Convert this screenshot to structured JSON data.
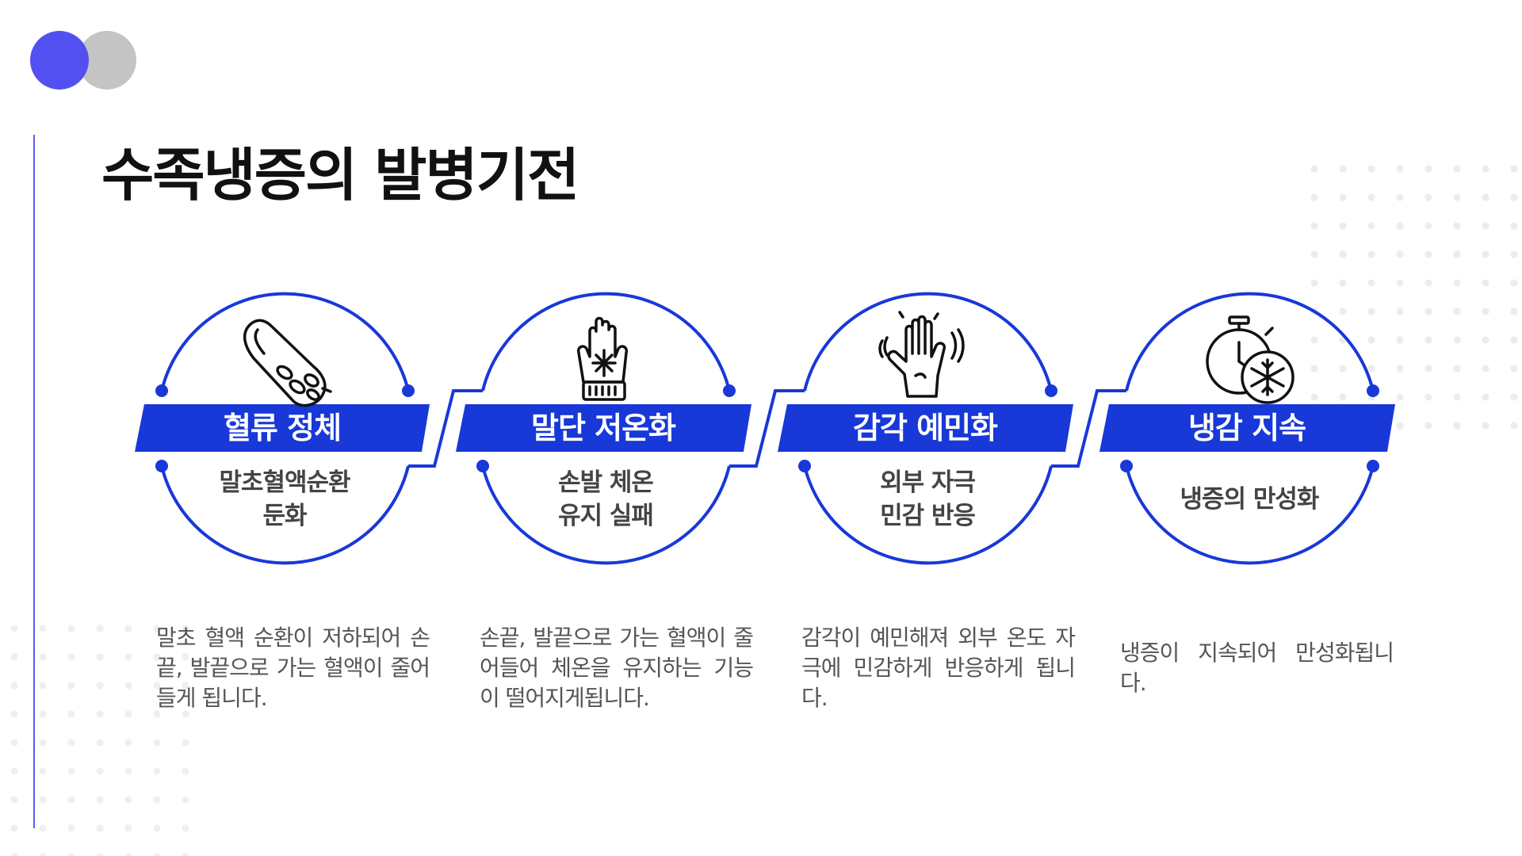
{
  "title": "수족냉증의 발병기전",
  "colors": {
    "accent": "#1838d8",
    "brand_blue": "#5350f2",
    "deco_gray": "#c4c4c4"
  },
  "steps": [
    {
      "icon": "blood-vessel-icon",
      "title": "혈류 정체",
      "subtitle": "말초혈액순환\n둔화",
      "description": "말초 혈액 순환이 저하되어 손끝, 발끝으로 가는 혈액이 줄어들게 됩니다."
    },
    {
      "icon": "snowflake-glove-icon",
      "title": "말단 저온화",
      "subtitle": "손발 체온\n유지 실패",
      "description": "손끝, 발끝으로 가는 혈액이 줄어들어 체온을 유지하는 기능이 떨어지게됩니다."
    },
    {
      "icon": "shaking-hand-icon",
      "title": "감각 예민화",
      "subtitle": "외부 자극\n민감 반응",
      "description": "감각이 예민해져 외부 온도 자극에 민감하게 반응하게 됩니다."
    },
    {
      "icon": "stopwatch-snowflake-icon",
      "title": "냉감 지속",
      "subtitle": "냉증의 만성화",
      "description": "냉증이 지속되어 만성화됩니다."
    }
  ]
}
